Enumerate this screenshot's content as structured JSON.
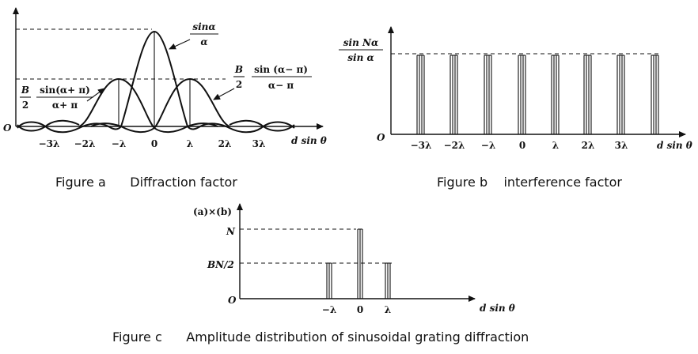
{
  "figure_a": {
    "origin": "O",
    "ticks": [
      "−3λ",
      "−2λ",
      "−λ",
      "0",
      "λ",
      "2λ",
      "3λ"
    ],
    "xlabel": "d sin θ",
    "main_num": "sinα",
    "main_den": "α",
    "left_B": "B",
    "left_2": "2",
    "left_num": "sin(α+ π)",
    "left_den": "α+ π",
    "right_B": "B",
    "right_2": "2",
    "right_num": "sin (α− π)",
    "right_den": "α− π",
    "caption": "Figure a      Diffraction factor"
  },
  "figure_b": {
    "origin": "O",
    "ticks": [
      "−3λ",
      "−2λ",
      "−λ",
      "0",
      "λ",
      "2λ",
      "3λ"
    ],
    "xlabel": "d sin θ",
    "ylabel_num": "sin Nα",
    "ylabel_den": "sin α",
    "caption": "Figure b    interference factor"
  },
  "figure_c": {
    "ylabel": "(a)×(b)",
    "level_N": "N",
    "level_BN2": "BN/2",
    "origin": "O",
    "ticks": [
      "−λ",
      "0",
      "λ"
    ],
    "xlabel": "d sin θ",
    "caption": "Figure c      Amplitude distribution of sinusoidal grating diffraction"
  }
}
